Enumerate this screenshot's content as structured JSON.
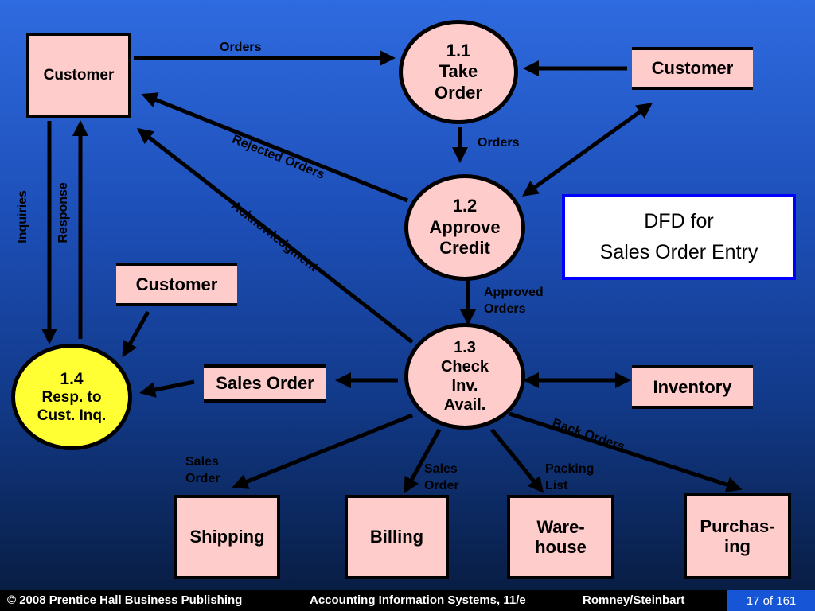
{
  "entities": {
    "customer_top_left": "Customer",
    "customer_top_right": "Customer",
    "customer_middle": "Customer",
    "sales_order": "Sales Order",
    "inventory": "Inventory",
    "shipping": "Shipping",
    "billing": "Billing",
    "warehouse": [
      "Ware-",
      "house"
    ],
    "purchasing": [
      "Purchas-",
      "ing"
    ]
  },
  "processes": {
    "p1_1": [
      "1.1",
      "Take",
      "Order"
    ],
    "p1_2": [
      "1.2",
      "Approve",
      "Credit"
    ],
    "p1_3": [
      "1.3",
      "Check",
      "Inv.",
      "Avail."
    ],
    "p1_4": [
      "1.4",
      "Resp. to",
      "Cust. Inq."
    ]
  },
  "flows": {
    "orders_top": "Orders",
    "orders_mid": "Orders",
    "rejected_orders": "Rejected Orders",
    "acknowledgment": "Acknowledgment",
    "inquiries": "Inquiries",
    "response": "Response",
    "approved_orders": [
      "Approved",
      "Orders"
    ],
    "back_orders": "Back Orders",
    "sales_order_shipping": [
      "Sales",
      "Order"
    ],
    "sales_order_billing": [
      "Sales",
      "Order"
    ],
    "packing_list": [
      "Packing",
      "List"
    ]
  },
  "title": [
    "DFD for",
    "Sales Order Entry"
  ],
  "footer": {
    "copyright": "© 2008 Prentice Hall Business Publishing",
    "book": "Accounting Information Systems, 11/e",
    "authors": "Romney/Steinbart",
    "page": "17 of 161"
  },
  "colors": {
    "entity_fill": "#ffcccc",
    "process_fill": "#ffcccc",
    "highlight_process_fill": "#ffff33",
    "title_border": "#0000ff",
    "page_box": "#1555d6"
  }
}
